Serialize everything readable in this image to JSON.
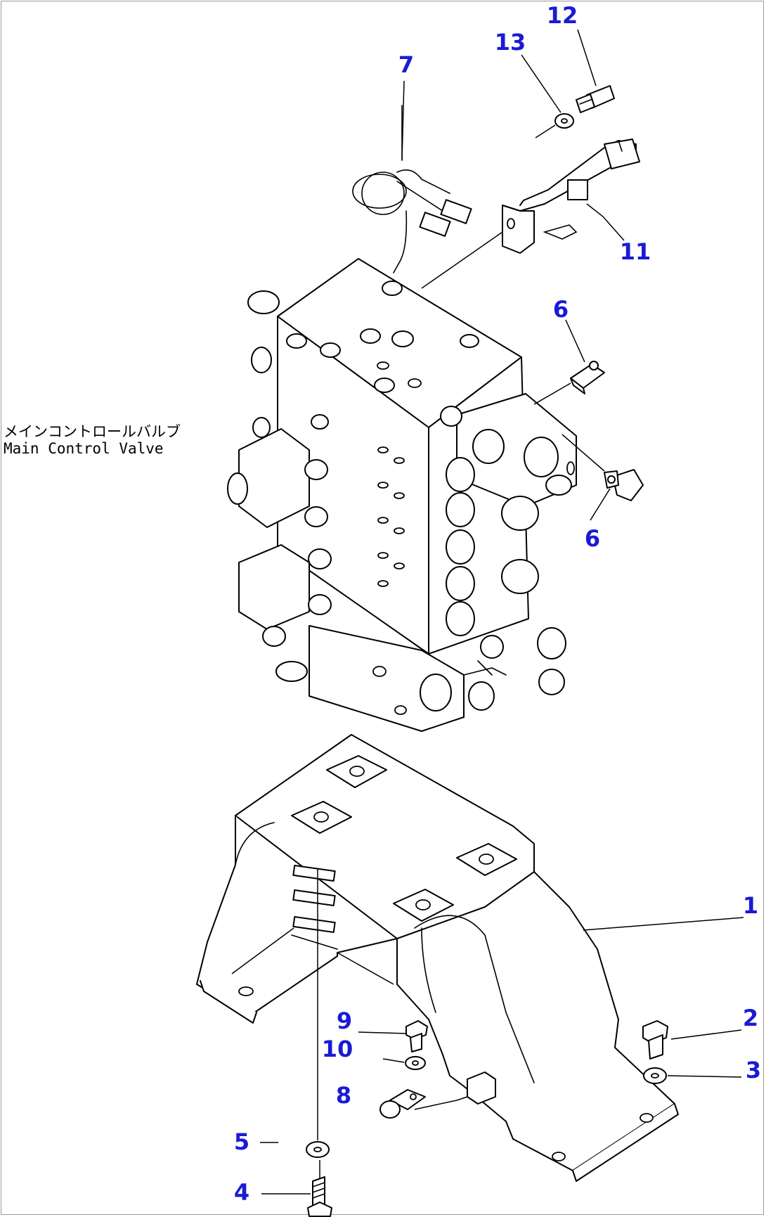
{
  "main_label": {
    "jp": "メインコントロールバルブ",
    "en": "Main Control Valve"
  },
  "callouts": {
    "c1": "1",
    "c2": "2",
    "c3": "3",
    "c4": "4",
    "c5": "5",
    "c6a": "6",
    "c6b": "6",
    "c7": "7",
    "c8": "8",
    "c9": "9",
    "c10": "10",
    "c11": "11",
    "c12": "12",
    "c13": "13"
  },
  "colors": {
    "callout": "#1a1ad6",
    "line": "#000000"
  }
}
